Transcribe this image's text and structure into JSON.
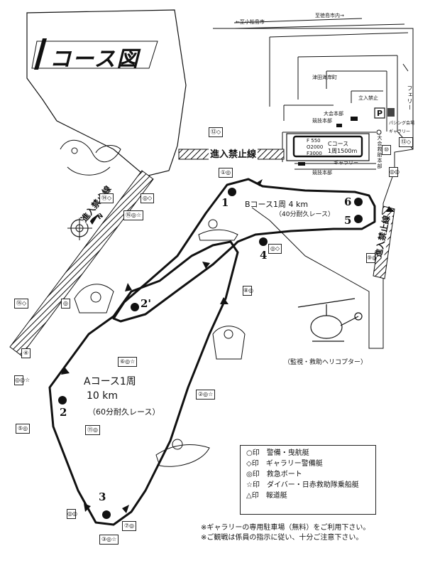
{
  "title": "コース図",
  "roads": {
    "left_arrow": "←至小松島市",
    "right_arrow": "至徳島市内→",
    "town": "津田海岸町",
    "ferry": "フェリー",
    "no_entry": "立入禁止",
    "hq": "大会本部",
    "race_hq_1": "競技本部",
    "race_hq_2": "競技本部",
    "gallery_road": "ギャラリー",
    "parking": "P",
    "parking_sub": "パシング会場",
    "gallery_sub": "ギャラリー",
    "vertical_note": "大会救助本部"
  },
  "c_course": {
    "f": "F 550",
    "o": "O2000",
    "f2": "F3000",
    "name": "Cコース",
    "lap": "1周1500m"
  },
  "no_entry_lines": {
    "top": "進入禁止線",
    "left": "進入禁止線",
    "right": "進入禁止線"
  },
  "compass": "N",
  "courses": {
    "a_title": "Aコース1周",
    "a_dist": "10 km",
    "a_note": "（60分耐久レース）",
    "b_title": "Bコース1周 4 km",
    "b_note": "（40分耐久レース）"
  },
  "buoys": [
    {
      "id": "b1",
      "num": "1"
    },
    {
      "id": "b2",
      "num": "2"
    },
    {
      "id": "b2p",
      "num": "2'"
    },
    {
      "id": "b3",
      "num": "3"
    },
    {
      "id": "b4",
      "num": "4"
    },
    {
      "id": "b5",
      "num": "5"
    },
    {
      "id": "b6",
      "num": "6"
    }
  ],
  "helicopter_caption": "（監視・救助ヘリコプター）",
  "stations": {
    "s1": "①◎",
    "s2": "②◎☆",
    "s3": "③◎☆",
    "s4": "④",
    "s5": "⑤◎",
    "s6": "⑥◎☆",
    "s7": "⑦◎",
    "s8": "⑧◎",
    "s9": "⑨◎",
    "s10": "⑩",
    "s11": "⑪◎",
    "s12": "⑫◇",
    "s13": "⑬◇",
    "s14": "⑭◇",
    "s15": "⑮◇",
    "s16": "⑯◎☆",
    "s17": "◎◇",
    "s18": "◎◎☆",
    "s19": "◎◎",
    "s20": "◎",
    "s21": "◎◇",
    "s22": "◎◎"
  },
  "legend": [
    "○印　警備・曳航艇",
    "◇印　ギャラリー警備艇",
    "◎印　救急ボート",
    "☆印　ダイバー・日赤救助隊乗船艇",
    "△印　報道艇"
  ],
  "notes": [
    "※ギャラリーの専用駐車場（無料）をご利用下さい。",
    "※ご観戦は係員の指示に従い、十分ご注意下さい。"
  ]
}
